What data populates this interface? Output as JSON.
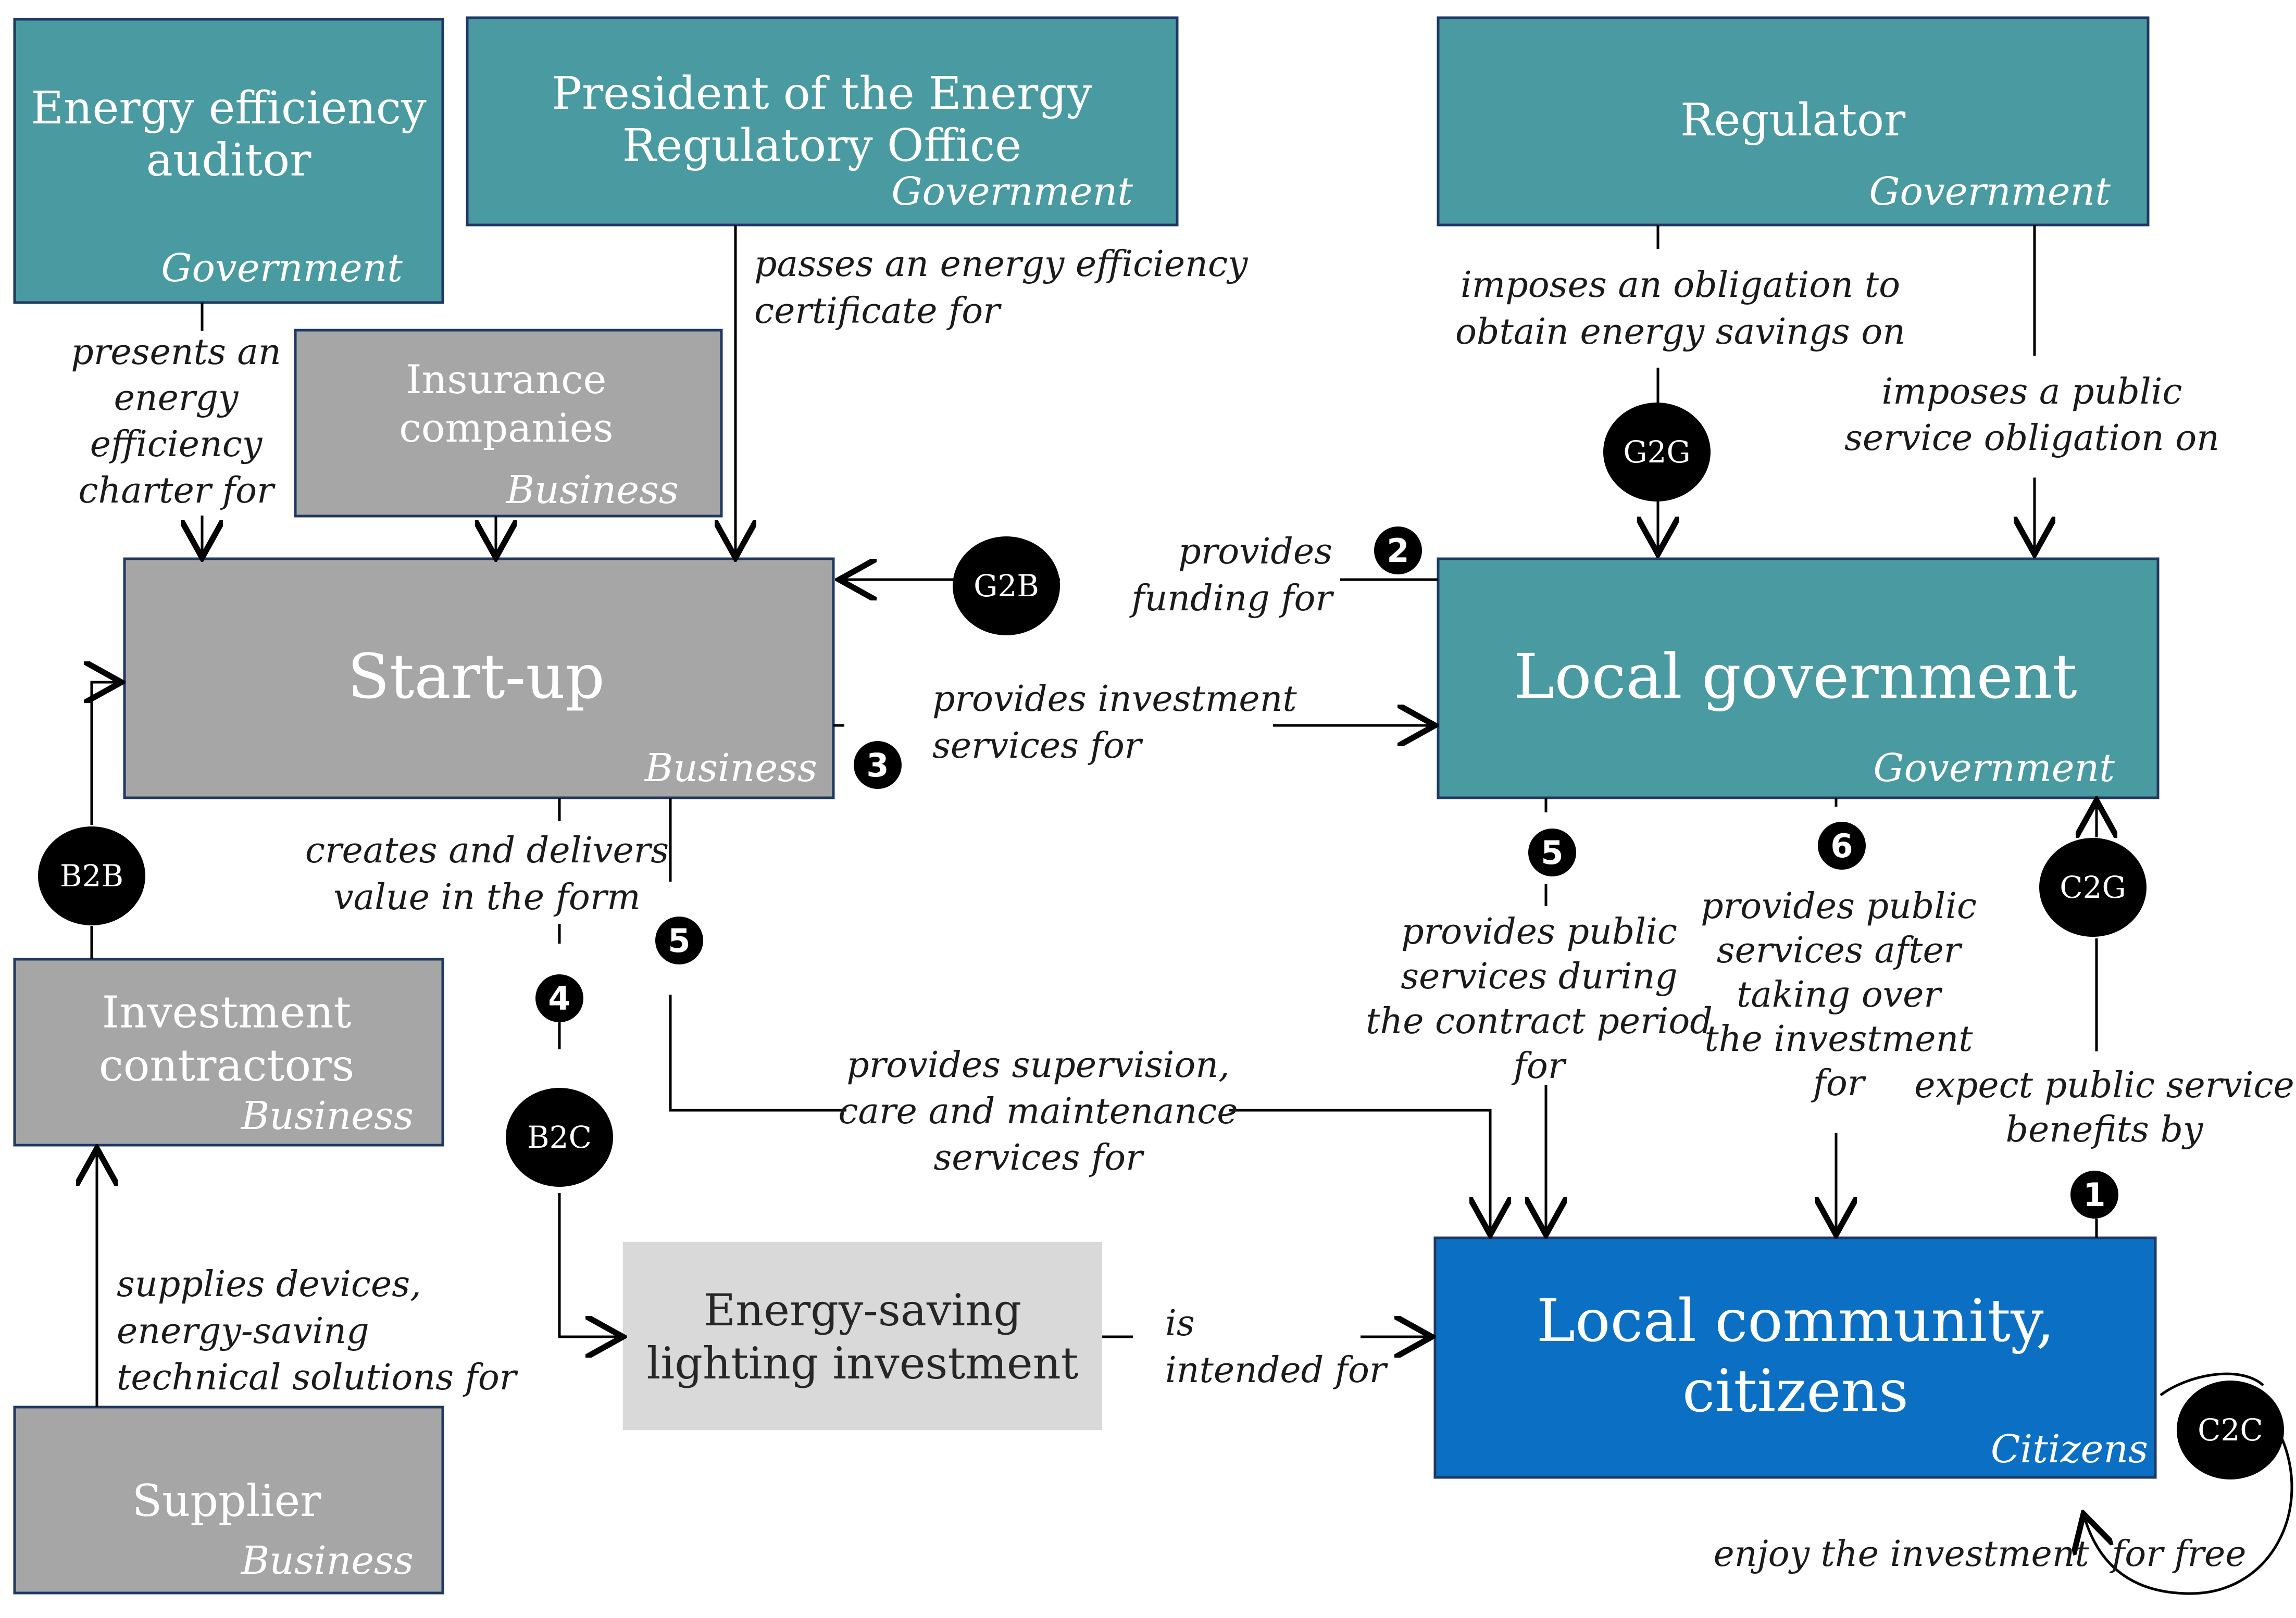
{
  "colors": {
    "government": "#4a9aa2",
    "business": "#a6a6a6",
    "investment": "#d9d9d9",
    "citizens": "#0b6fc4",
    "border": "#1f3864",
    "line": "#000000",
    "badge": "#000000",
    "badge_text": "#ffffff",
    "box_text": "#ffffff",
    "investment_text": "#262626",
    "label_text": "#1a1a1a"
  },
  "boxes": {
    "auditor": {
      "lines": [
        "Energy efficiency",
        "auditor"
      ],
      "sector": "Government"
    },
    "president": {
      "lines": [
        "President of the Energy",
        "Regulatory Office"
      ],
      "sector": "Government"
    },
    "regulator": {
      "lines": [
        "Regulator"
      ],
      "sector": "Government"
    },
    "insurance": {
      "lines": [
        "Insurance",
        "companies"
      ],
      "sector": "Business"
    },
    "startup": {
      "lines": [
        "Start-up"
      ],
      "sector": "Business"
    },
    "local_government": {
      "lines": [
        "Local government"
      ],
      "sector": "Government"
    },
    "investment_contractors": {
      "lines": [
        "Investment",
        "contractors"
      ],
      "sector": "Business"
    },
    "supplier": {
      "lines": [
        "Supplier"
      ],
      "sector": "Business"
    },
    "lighting": {
      "lines": [
        "Energy-saving",
        "lighting investment"
      ]
    },
    "community": {
      "lines": [
        "Local community,",
        "citizens"
      ],
      "sector": "Citizens"
    }
  },
  "relations": {
    "auditor_to_startup": [
      "presents an",
      "energy",
      "efficiency",
      "charter for"
    ],
    "president_to_startup": [
      "passes an energy efficiency",
      "certificate for"
    ],
    "regulator_obligation": [
      "imposes an obligation to",
      "obtain energy savings on"
    ],
    "regulator_public_service": [
      "imposes a public",
      "service obligation on"
    ],
    "funding": [
      "provides",
      "funding for"
    ],
    "investment_services": [
      "provides investment",
      "services for"
    ],
    "creates_value": [
      "creates and delivers",
      "value in the form"
    ],
    "supervision": [
      "provides supervision,",
      "care and maintenance",
      "services for"
    ],
    "during_contract": [
      "provides public",
      "services during",
      "the contract period",
      "for"
    ],
    "after_takeover": [
      "provides public",
      "services after",
      "taking over",
      "the investment",
      "for"
    ],
    "expect_benefits": [
      "expect public service",
      "benefits by"
    ],
    "supplies": [
      "supplies devices,",
      "energy-saving",
      "technical solutions for"
    ],
    "intended": [
      "is",
      "intended for"
    ],
    "enjoy": [
      "enjoy the investment  for free"
    ]
  },
  "badges": {
    "g2g": "G2G",
    "g2b": "G2B",
    "b2b": "B2B",
    "b2c": "B2C",
    "c2g": "C2G",
    "c2c": "C2C"
  },
  "steps": {
    "s1": "1",
    "s2": "2",
    "s3": "3",
    "s4": "4",
    "s5a": "5",
    "s5b": "5",
    "s6": "6"
  }
}
